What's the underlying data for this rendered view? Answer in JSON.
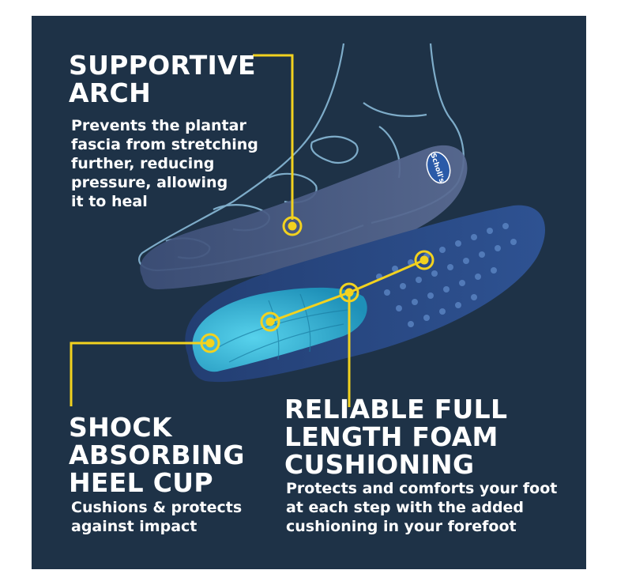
{
  "callouts": {
    "arch": {
      "heading": [
        "SUPPORTIVE",
        "ARCH"
      ],
      "body": [
        "Prevents the plantar",
        "fascia from stretching",
        "further, reducing",
        "pressure, allowing",
        "it to heal"
      ]
    },
    "heel": {
      "heading": [
        "SHOCK",
        "ABSORBING",
        "HEEL CUP"
      ],
      "body": [
        "Cushions & protects",
        "against impact"
      ]
    },
    "foam": {
      "heading": [
        "RELIABLE FULL",
        "LENGTH FOAM",
        "CUSHIONING"
      ],
      "body": [
        "Protects and comforts your foot",
        "at each step with the added",
        "cushioning in your forefoot"
      ]
    }
  },
  "brand_logo_text": "Scholl's",
  "colors": {
    "background": "#1e3247",
    "accent_line": "#f2d21f",
    "text": "#ffffff",
    "insole_dark": "#2b4b84",
    "insole_gel": "#2fb6d6"
  }
}
